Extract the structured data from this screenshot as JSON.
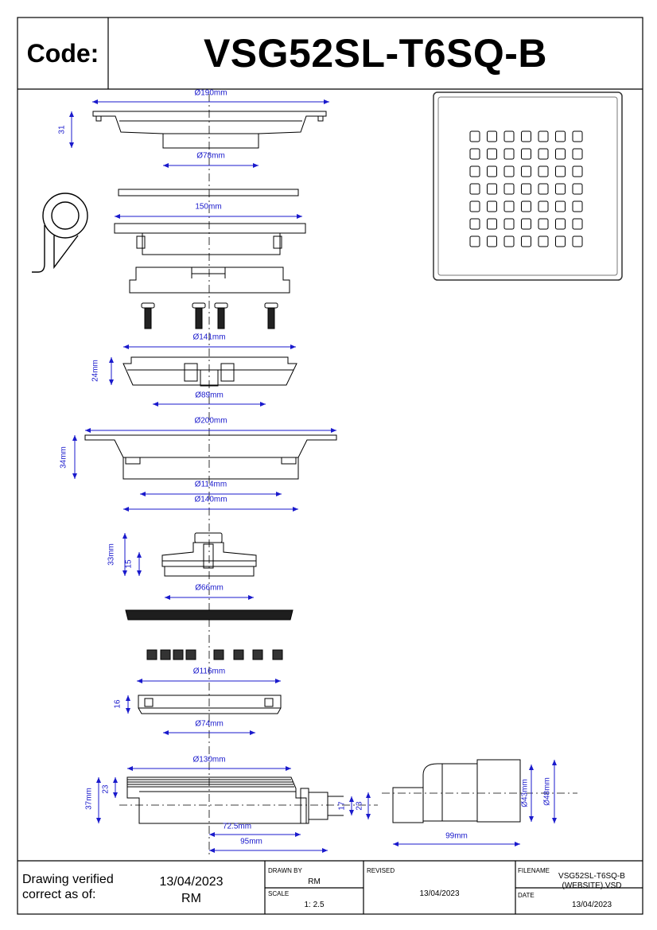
{
  "header": {
    "label": "Code:",
    "code": "VSG52SL-T6SQ-B"
  },
  "dimensions": {
    "grate_dia": "Ø190mm",
    "grate_height": "31",
    "grate_spigot_dia": "Ø78mm",
    "plate_width": "150mm",
    "clamp_dia": "Ø141mm",
    "clamp_height": "24mm",
    "clamp_inner_dia": "Ø89mm",
    "flange_dia": "Ø200mm",
    "flange_height": "34mm",
    "flange_inner_dia": "Ø114mm",
    "flange_outer_dia": "Ø140mm",
    "trap_height": "33mm",
    "trap_depth": "15",
    "trap_dia": "Ø66mm",
    "ring_dia": "Ø116mm",
    "ring_height": "16",
    "ring_inner_dia": "Ø74mm",
    "body_dia": "Ø130mm",
    "body_height": "37mm",
    "body_thread": "23",
    "outlet_17": "17",
    "outlet_23": "23",
    "outlet_725": "72.5mm",
    "outlet_95": "95mm",
    "adaptor_43": "Ø43mm",
    "adaptor_48": "Ø48mm",
    "adaptor_length": "99mm"
  },
  "title_block": {
    "verified_label_line1": "Drawing verified",
    "verified_label_line2": "correct as of:",
    "verified_date": "13/04/2023",
    "verified_by": "RM",
    "drawn_by_label": "DRAWN BY",
    "drawn_by": "RM",
    "scale_label": "SCALE",
    "scale": "1: 2.5",
    "revised_label": "REVISED",
    "revised": "13/04/2023",
    "filename_label": "FILENAME",
    "filename_line1": "VSG52SL-T6SQ-B",
    "filename_line2": "(WEBSITE).VSD",
    "date_label": "DATE",
    "date": "13/04/2023"
  },
  "colors": {
    "dimension": "#1a1acc",
    "line": "#000000",
    "grate_border": "#555555"
  }
}
